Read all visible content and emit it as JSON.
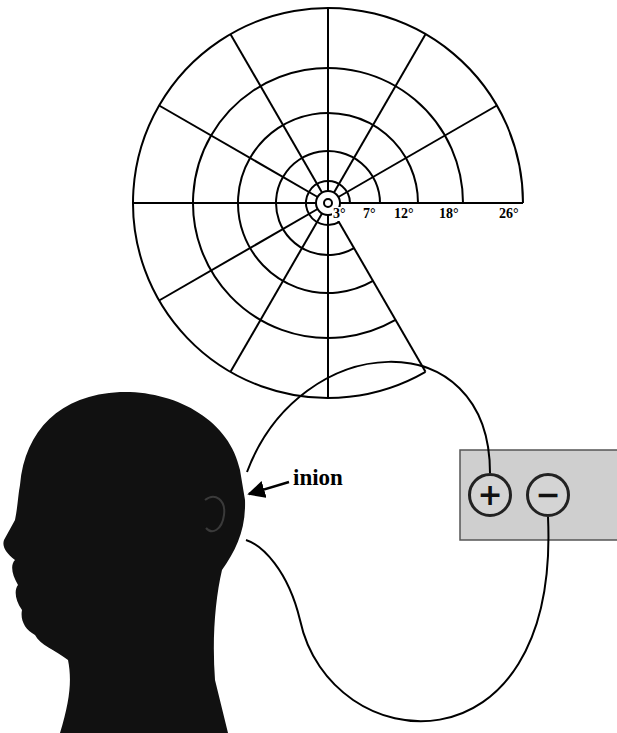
{
  "diagram": {
    "nodes": [
      {
        "text": [
          "+"
        ]
      },
      {
        "text": [
          "−"
        ]
      }
    ],
    "labels": [
      "3°",
      "7°",
      "12°",
      "18°",
      "26°",
      "inion"
    ]
  }
}
